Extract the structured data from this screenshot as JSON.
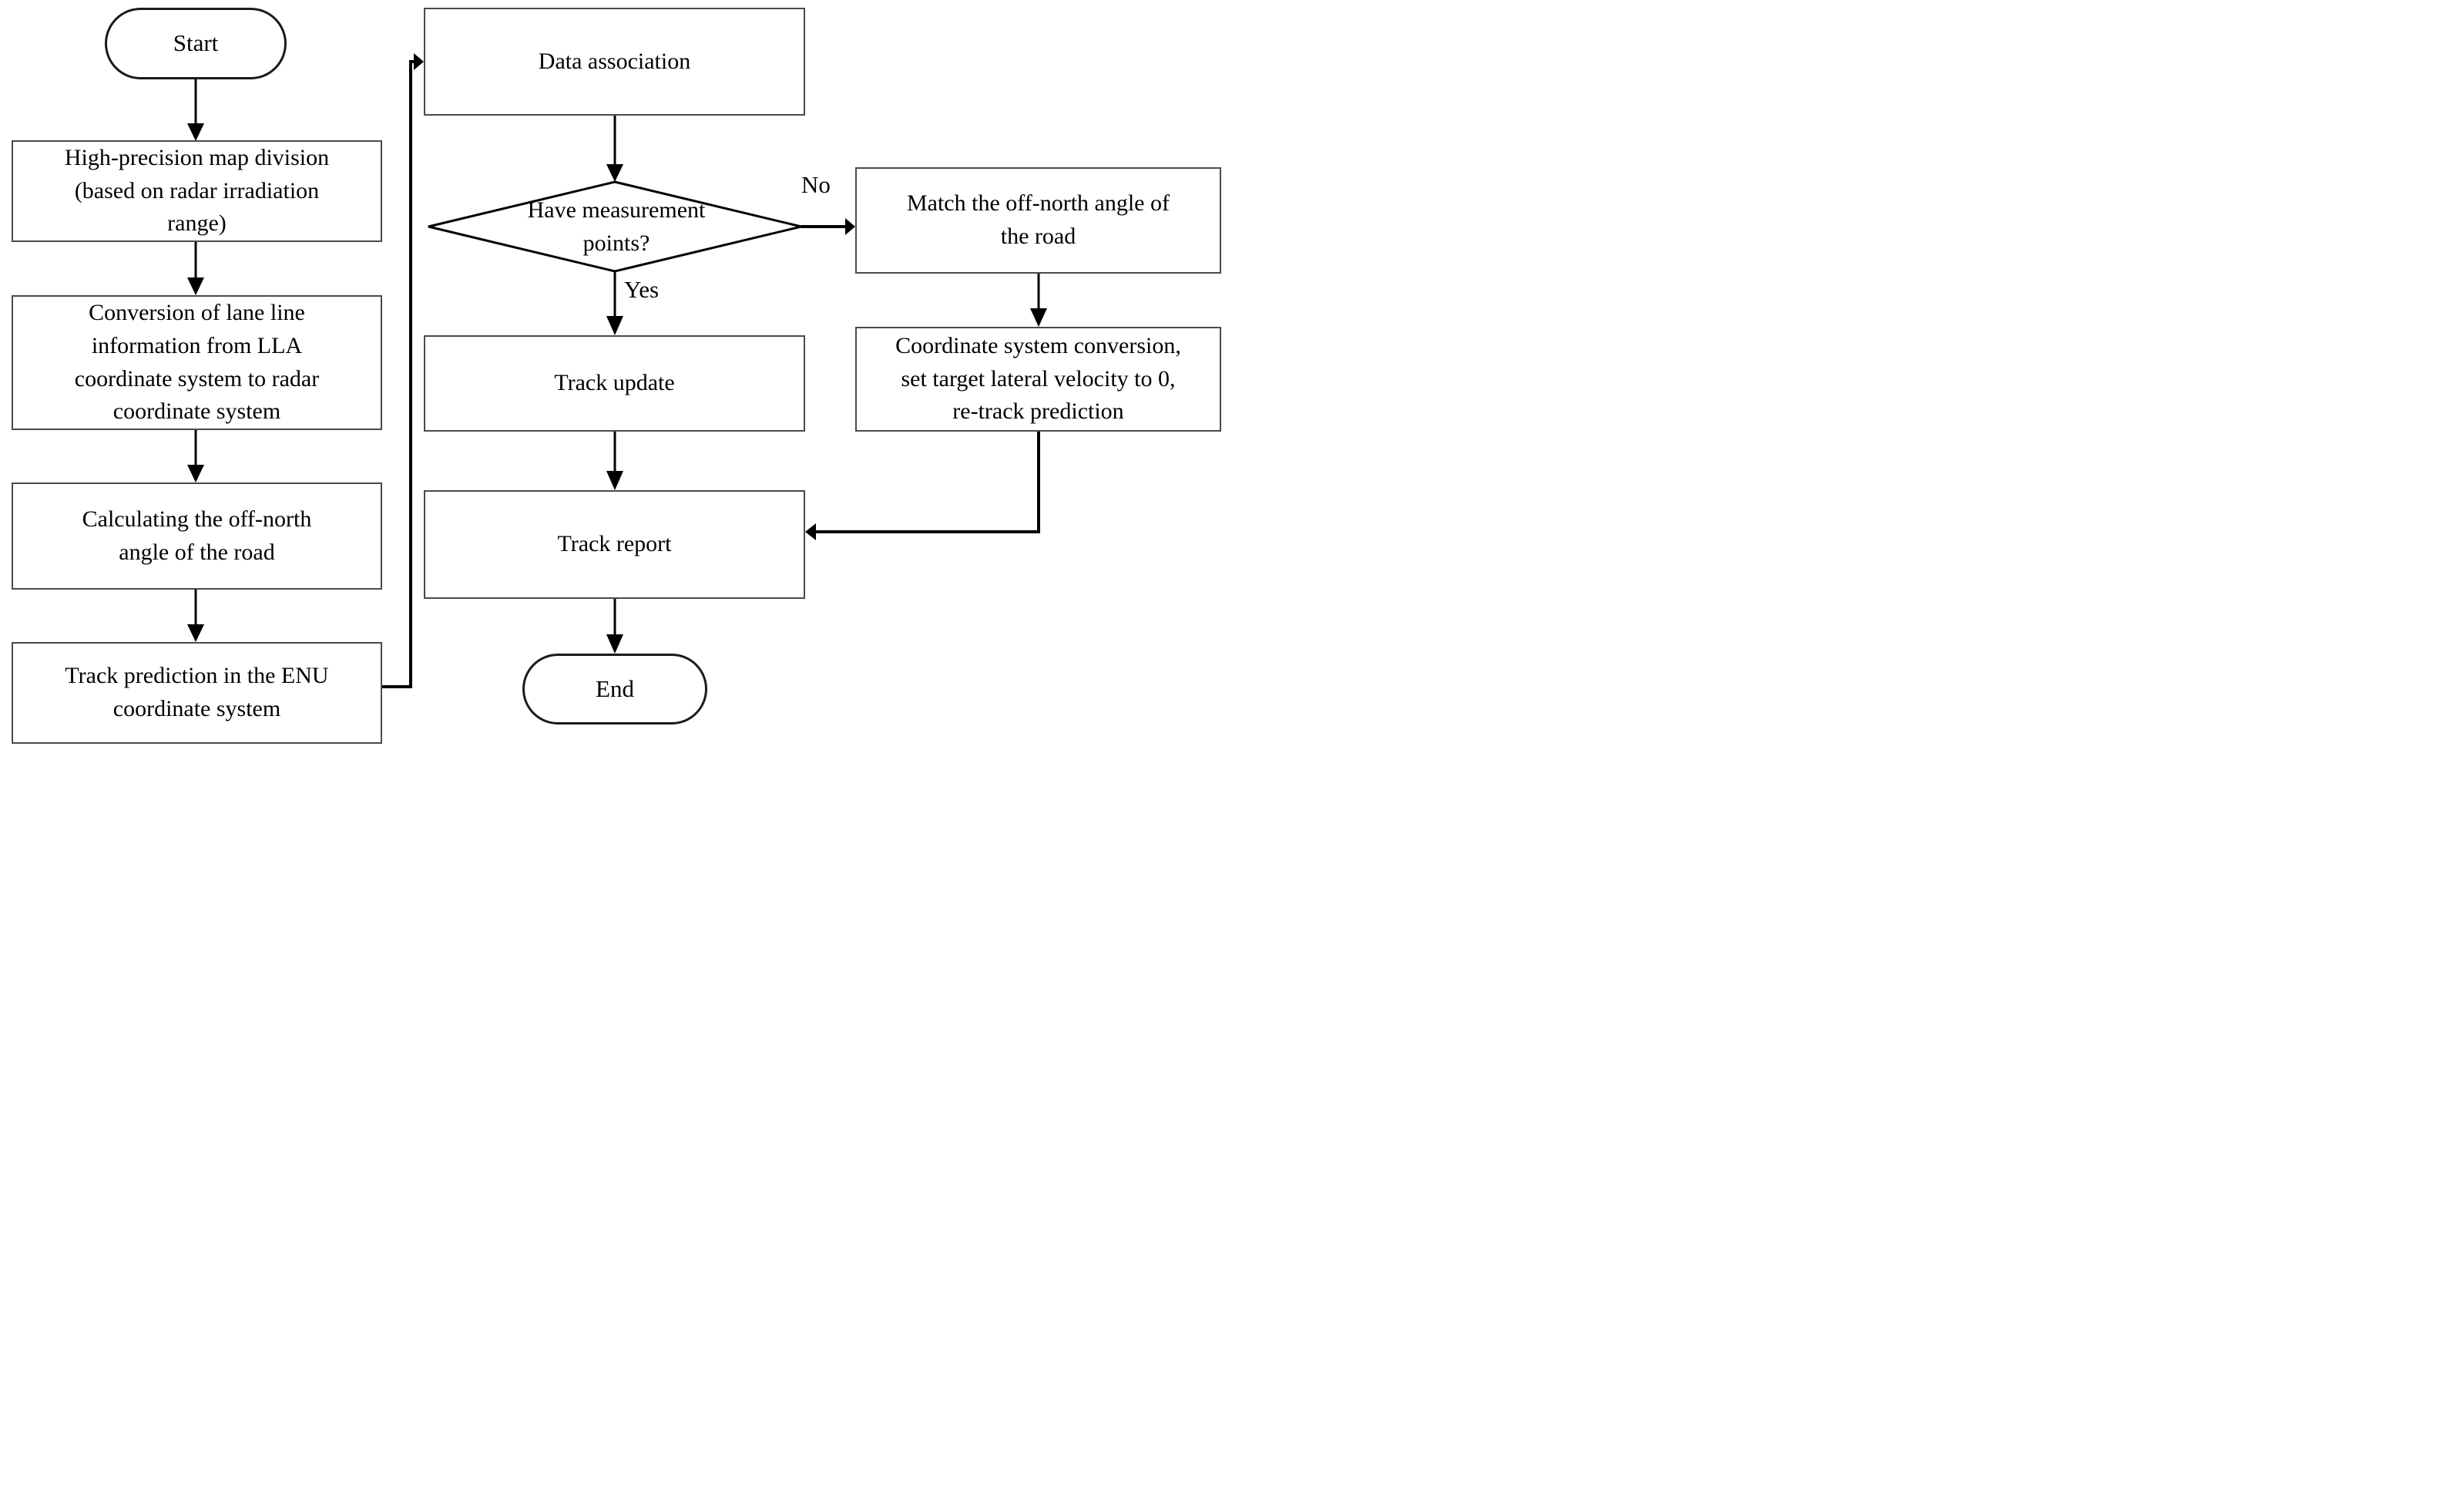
{
  "figure": {
    "type": "flowchart",
    "background": "#ffffff",
    "colors": {
      "line": "#000000",
      "box_border": "#4a4a4a",
      "terminator_border": "#1a1a1a",
      "text": "#000000"
    },
    "nodes": {
      "start": "Start",
      "map_division": "High-precision map division\n(based on radar irradiation\nrange)",
      "lane_conversion": "Conversion of lane line\ninformation from LLA\ncoordinate system to radar\ncoordinate system",
      "off_north_calc": "Calculating  the off-north\nangle of the road",
      "track_prediction": "Track prediction in the ENU\ncoordinate system",
      "data_association": "Data association",
      "decision": "Have measurement\npoints?",
      "track_update": "Track update",
      "track_report": "Track  report",
      "end": "End",
      "match_off_north": "Match the off-north angle of\nthe road",
      "coord_conversion": "Coordinate system conversion,\nset target lateral velocity to 0,\nre-track prediction"
    },
    "edge_labels": {
      "yes": "Yes",
      "no": "No"
    }
  }
}
